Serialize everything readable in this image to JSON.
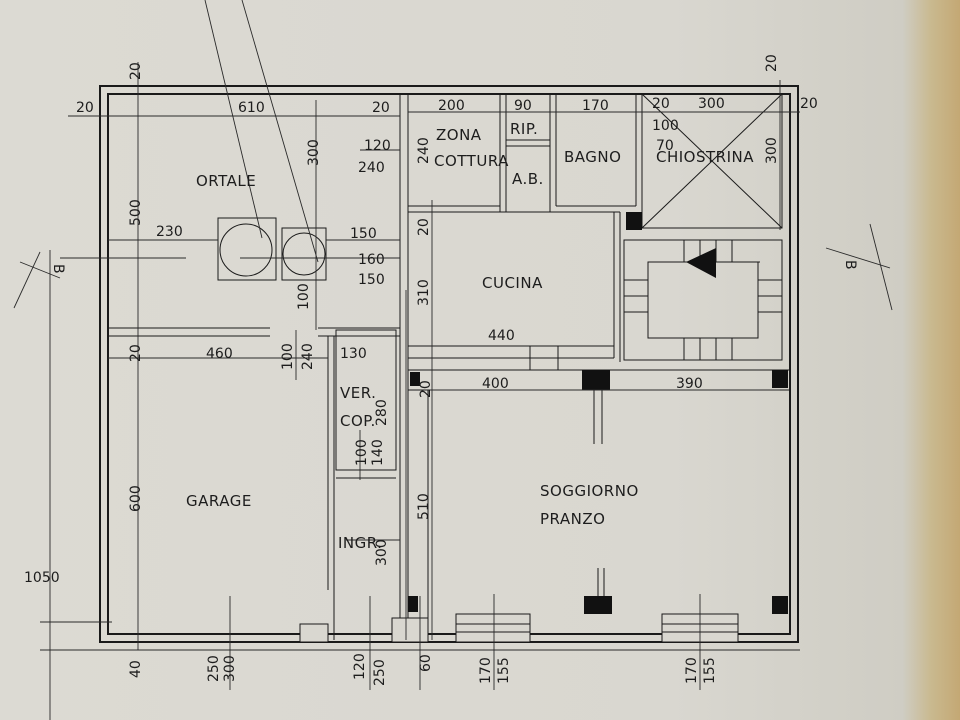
{
  "rooms": {
    "ortale": "ORTALE",
    "zona_cottura_1": "ZONA",
    "zona_cottura_2": "COTTURA",
    "rip": "RIP.",
    "bagno": "BAGNO",
    "chiostrina": "CHIOSTRINA",
    "ab": "A.B.",
    "cucina": "CUCINA",
    "garage": "GARAGE",
    "ver_1": "VER.",
    "ver_2": "COP.",
    "ingr": "INGR.",
    "soggiorno_1": "SOGGIORNO",
    "soggiorno_2": "PRANZO"
  },
  "dimensions": {
    "top_left_20": "20",
    "top_20_vert": "20",
    "d610": "610",
    "top_20_mid": "20",
    "d200": "200",
    "d90": "90",
    "d170": "170",
    "d20_chio": "20",
    "d300_chio": "300",
    "d20_right": "20",
    "d20_top_right": "20",
    "d100_chio": "100",
    "d70_chio": "70",
    "d300_chio_v": "300",
    "d120": "120",
    "d240": "240",
    "d240_zona": "240",
    "d300_ortale": "300",
    "d500": "500",
    "d230": "230",
    "d150a": "150",
    "d160": "160",
    "d150b": "150",
    "d20_cucina": "20",
    "d310": "310",
    "d100_v": "100",
    "d440": "440",
    "d20_garage": "20",
    "d460": "460",
    "d100_b": "100",
    "d240_b": "240",
    "d130": "130",
    "d20_sogg": "20",
    "d400": "400",
    "d390": "390",
    "d280": "280",
    "d100_c": "100",
    "d140": "140",
    "d600": "600",
    "d510": "510",
    "d300_ingr": "300",
    "d1050": "1050",
    "b40": "40",
    "b250": "250",
    "b300": "300",
    "b120": "120",
    "b250b": "250",
    "b60": "60",
    "b170a": "170",
    "b155a": "155",
    "b170b": "170",
    "b155b": "155"
  },
  "section_marks": {
    "left": "B",
    "right": "B"
  }
}
